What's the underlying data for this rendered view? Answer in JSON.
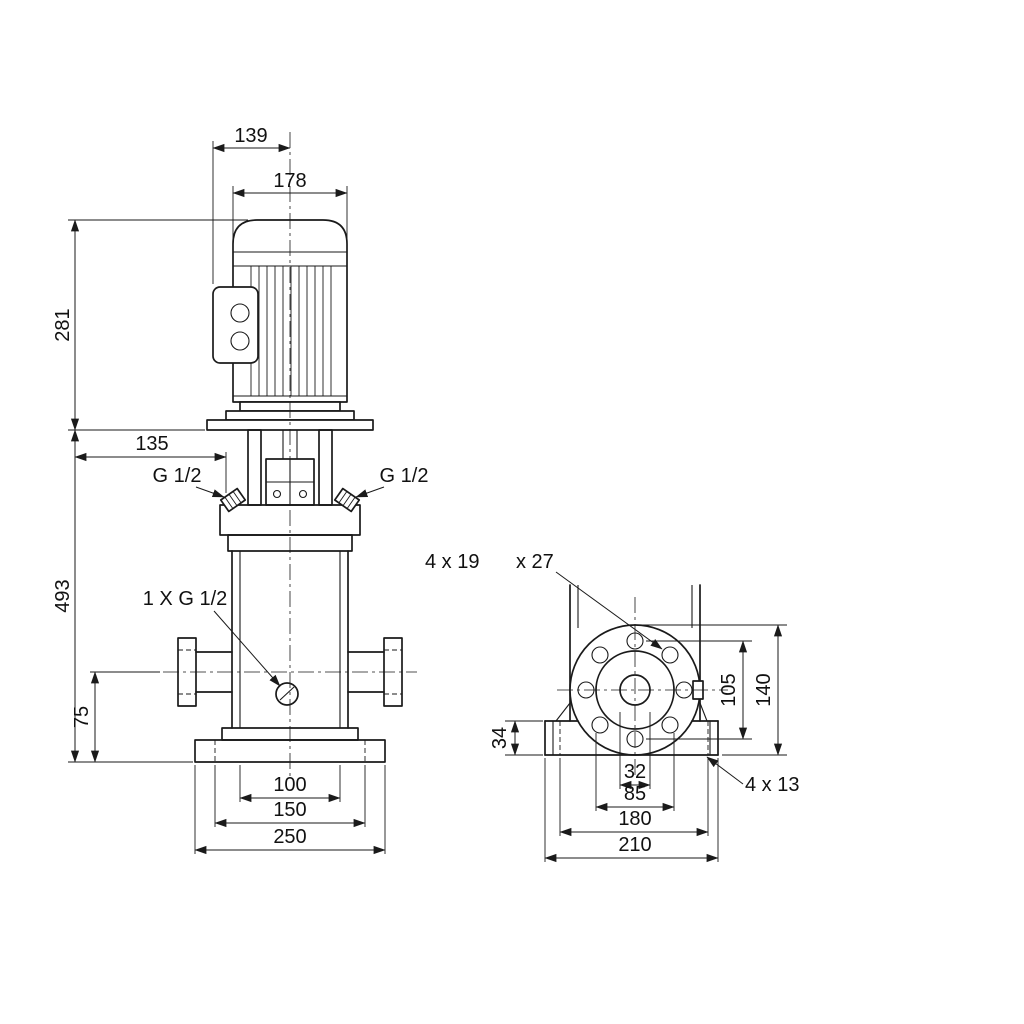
{
  "front_view": {
    "dim_139": "139",
    "dim_178": "178",
    "dim_281": "281",
    "dim_135": "135",
    "dim_493": "493",
    "dim_75": "75",
    "dim_100": "100",
    "dim_150": "150",
    "dim_250": "250",
    "plug_left_label": "G 1/2",
    "plug_right_label": "G 1/2",
    "drain_label": "1 X G 1/2"
  },
  "side_view": {
    "flange_holes_label": "4 x 19",
    "flange_holes_note": "x 27",
    "dim_34": "34",
    "dim_105": "105",
    "dim_140": "140",
    "dim_32": "32",
    "dim_85": "85",
    "dim_180": "180",
    "dim_210": "210",
    "base_holes_label": "4 x 13"
  },
  "colors": {
    "line": "#1a1a1a",
    "background": "#ffffff"
  }
}
